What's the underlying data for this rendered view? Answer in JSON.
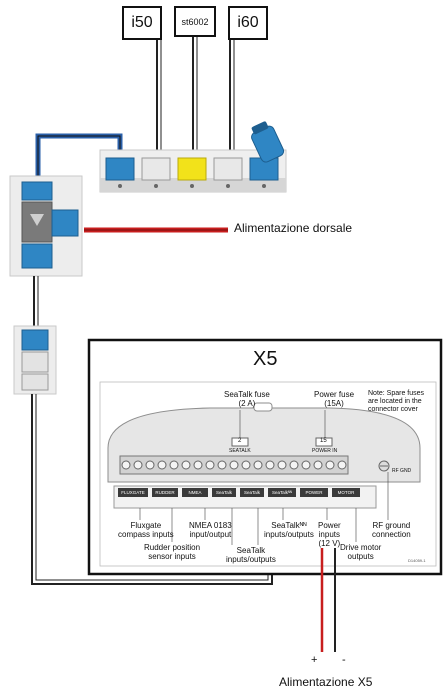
{
  "devices": {
    "i50": "i50",
    "st6002": "st6002",
    "i60": "i60"
  },
  "labels": {
    "backbone_power": "Alimentazione dorsale",
    "x5_power": "Alimentazione X5",
    "plus": "+",
    "minus": "-"
  },
  "x5": {
    "title": "X5",
    "seatalk_fuse": "SeaTalk fuse\n(2 A)",
    "power_fuse": "Power fuse\n(15A)",
    "note": "Note: Spare fuses\nare located in the\nconnector cover",
    "fuse_seatalk_value": "2",
    "fuse_seatalk_tag": "SEATALK",
    "fuse_power_value": "15",
    "fuse_power_tag": "POWER IN",
    "rf_gnd": "RF GND",
    "terminal_tabs": [
      "FLUXGATE",
      "RUDDER",
      "NMEA",
      "SeaTalk",
      "SeaTalk",
      "SeaTalkᴺᴺ",
      "POWER",
      "MOTOR"
    ],
    "captions": {
      "fluxgate": "Fluxgate\ncompass inputs",
      "rudder": "Rudder position\nsensor inputs",
      "nmea": "NMEA 0183\ninput/output",
      "seatalk": "SeaTalk\ninputs/outputs",
      "seatalkng": "SeaTalkᴺᴺ\ninputs/outputs",
      "power": "Power\ninputs\n(12 V)",
      "motor": "Drive motor\noutputs",
      "rf": "RF ground\nconnection"
    },
    "code": "D14059-1"
  },
  "colors": {
    "backbone_blue": "#2a5fa8",
    "connector_blue": "#2f86c4",
    "connector_white": "#e8e8e8",
    "connector_yellow": "#f2e21a",
    "power_red": "#c81e1e",
    "wire_black": "#222222"
  }
}
